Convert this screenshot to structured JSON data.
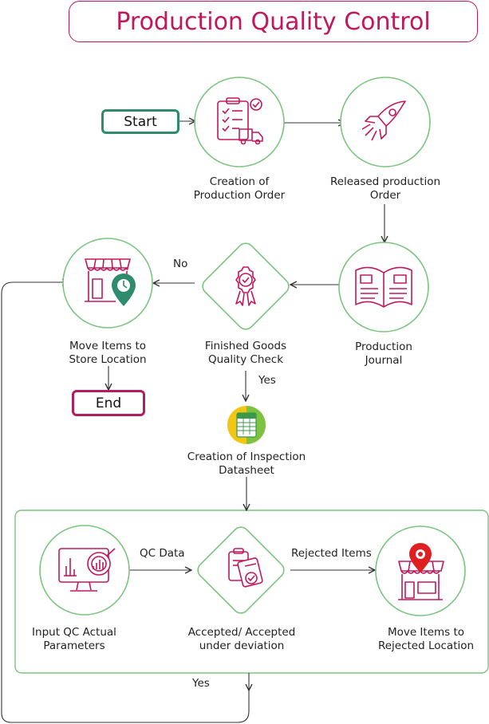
{
  "title": "Production Quality Control",
  "start_label": "Start",
  "end_label": "End",
  "nodes": {
    "creation_order": [
      "Creation of",
      "Production Order"
    ],
    "released_order": [
      "Released production",
      "Order"
    ],
    "production_journal": [
      "Production",
      "Journal"
    ],
    "quality_check": [
      "Finished Goods",
      "Quality Check"
    ],
    "move_store": [
      "Move Items to",
      "Store Location"
    ],
    "inspection_datasheet": [
      "Creation of Inspection",
      "Datasheet"
    ],
    "input_qc": [
      "Input QC Actual",
      "Parameters"
    ],
    "accepted": [
      "Accepted/ Accepted",
      "under deviation"
    ],
    "move_rejected": [
      "Move Items to",
      "Rejected Location"
    ]
  },
  "edges": {
    "no": "No",
    "yes_check": "Yes",
    "qc_data": "QC Data",
    "rejected_items": "Rejected Items",
    "yes_bottom": "Yes"
  },
  "icons": {
    "creation_order": "clipboard-truck-icon",
    "released_order": "rocket-icon",
    "production_journal": "newspaper-icon",
    "quality_check": "quality-badge-icon",
    "move_store": "store-location-icon",
    "inspection_datasheet": "spreadsheet-icon",
    "input_qc": "monitor-analytics-icon",
    "accepted": "clipboard-check-icon",
    "move_rejected": "store-pin-icon"
  },
  "colors": {
    "brand": "#c2185b",
    "node_border": "#7bc47f",
    "start_border": "#2e8b6b",
    "end_border": "#b01e5f",
    "pin": "#2e8b6b",
    "rejected_pin": "#e02020"
  }
}
